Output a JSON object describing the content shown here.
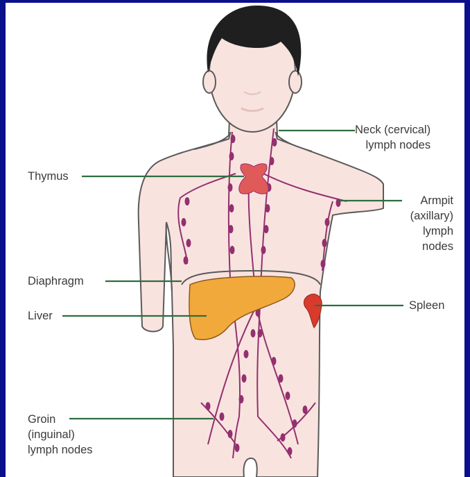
{
  "labels": {
    "neck": [
      "Neck (cervical)",
      "lymph nodes"
    ],
    "thymus": "Thymus",
    "armpit": [
      "Armpit",
      "(axillary)",
      "lymph",
      "nodes"
    ],
    "diaphragm": "Diaphragm",
    "liver": "Liver",
    "spleen": "Spleen",
    "groin": [
      "Groin",
      "(inguinal)",
      "lymph nodes"
    ]
  },
  "colors": {
    "frame": "#0a0f8a",
    "skin": "#f9e3df",
    "outline": "#5a5a5a",
    "hair": "#1f1f1f",
    "lymph": "#93306f",
    "liver": "#f2a93b",
    "spleen": "#d93a2c",
    "thymus": "#e05a5a",
    "leader": "#2d6e3e"
  }
}
